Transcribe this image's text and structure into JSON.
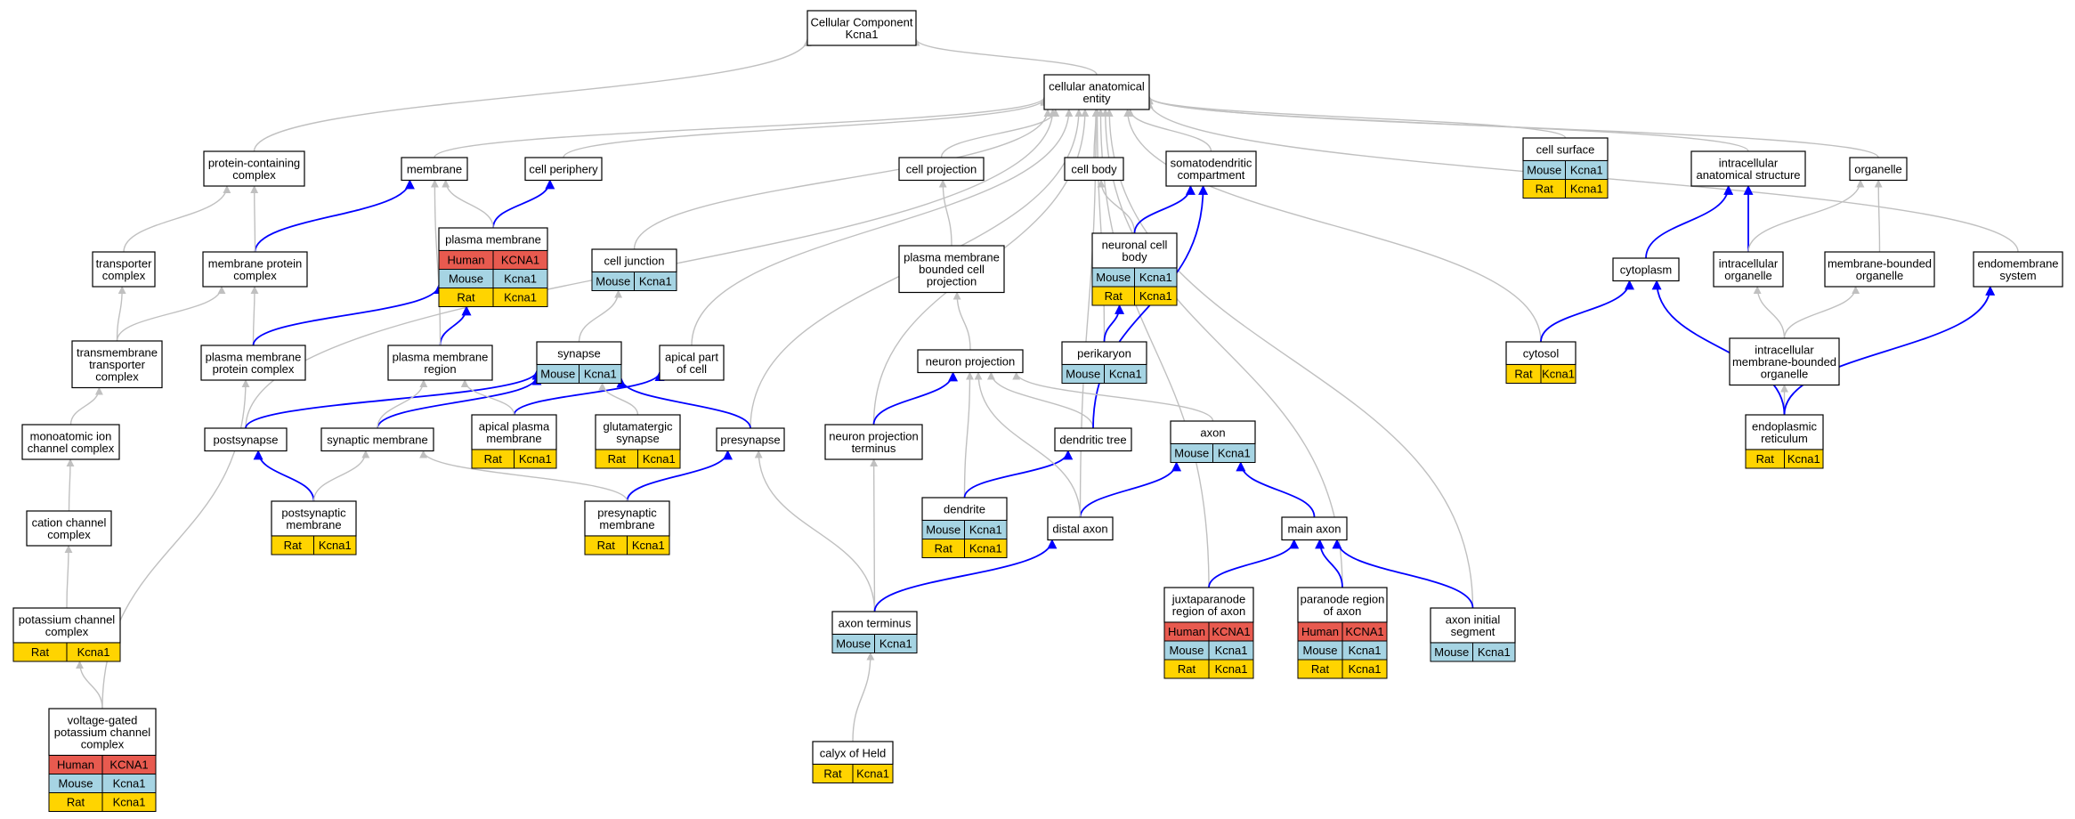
{
  "colors": {
    "Human": "#e85a4f",
    "Mouse": "#a6d4e3",
    "Rat": "#ffd400",
    "edge_is_a": "#c0c0c0",
    "edge_part_of": "#0000ff"
  },
  "nodes": {
    "cc_root": {
      "lines": [
        "Cellular Component",
        "Kcna1"
      ],
      "ann": []
    },
    "cae": {
      "lines": [
        "cellular anatomical",
        "entity"
      ],
      "ann": []
    },
    "pcc": {
      "lines": [
        "protein-containing",
        "complex"
      ],
      "ann": []
    },
    "membrane": {
      "lines": [
        "membrane"
      ],
      "ann": []
    },
    "cellper": {
      "lines": [
        "cell periphery"
      ],
      "ann": []
    },
    "cellproj": {
      "lines": [
        "cell projection"
      ],
      "ann": []
    },
    "cellbody": {
      "lines": [
        "cell body"
      ],
      "ann": []
    },
    "somato": {
      "lines": [
        "somatodendritic",
        "compartment"
      ],
      "ann": []
    },
    "cellsurf": {
      "lines": [
        "cell surface"
      ],
      "ann": [
        [
          "Mouse",
          "Kcna1"
        ],
        [
          "Rat",
          "Kcna1"
        ]
      ]
    },
    "intraanat": {
      "lines": [
        "intracellular",
        "anatomical structure"
      ],
      "ann": []
    },
    "organelle": {
      "lines": [
        "organelle"
      ],
      "ann": []
    },
    "pm": {
      "lines": [
        "plasma membrane"
      ],
      "ann": [
        [
          "Human",
          "KCNA1"
        ],
        [
          "Mouse",
          "Kcna1"
        ],
        [
          "Rat",
          "Kcna1"
        ]
      ]
    },
    "transporter": {
      "lines": [
        "transporter",
        "complex"
      ],
      "ann": []
    },
    "mpc": {
      "lines": [
        "membrane protein",
        "complex"
      ],
      "ann": []
    },
    "celljunction": {
      "lines": [
        "cell junction"
      ],
      "ann": [
        [
          "Mouse",
          "Kcna1"
        ]
      ]
    },
    "pmbcp": {
      "lines": [
        "plasma membrane",
        "bounded cell",
        "projection"
      ],
      "ann": []
    },
    "ncb": {
      "lines": [
        "neuronal cell",
        "body"
      ],
      "ann": [
        [
          "Mouse",
          "Kcna1"
        ],
        [
          "Rat",
          "Kcna1"
        ]
      ]
    },
    "cytoplasm": {
      "lines": [
        "cytoplasm"
      ],
      "ann": []
    },
    "intraorg": {
      "lines": [
        "intracellular",
        "organelle"
      ],
      "ann": []
    },
    "mbo": {
      "lines": [
        "membrane-bounded",
        "organelle"
      ],
      "ann": []
    },
    "endomem": {
      "lines": [
        "endomembrane",
        "system"
      ],
      "ann": []
    },
    "tmtc": {
      "lines": [
        "transmembrane",
        "transporter",
        "complex"
      ],
      "ann": []
    },
    "pmpc": {
      "lines": [
        "plasma membrane",
        "protein complex"
      ],
      "ann": []
    },
    "pmr": {
      "lines": [
        "plasma membrane",
        "region"
      ],
      "ann": []
    },
    "synapse": {
      "lines": [
        "synapse"
      ],
      "ann": [
        [
          "Mouse",
          "Kcna1"
        ]
      ]
    },
    "apicalpart": {
      "lines": [
        "apical part",
        "of cell"
      ],
      "ann": []
    },
    "neuronproj": {
      "lines": [
        "neuron projection"
      ],
      "ann": []
    },
    "perikaryon": {
      "lines": [
        "perikaryon"
      ],
      "ann": [
        [
          "Mouse",
          "Kcna1"
        ]
      ]
    },
    "cytosol": {
      "lines": [
        "cytosol"
      ],
      "ann": [
        [
          "Rat",
          "Kcna1"
        ]
      ]
    },
    "imbo": {
      "lines": [
        "intracellular",
        "membrane-bounded",
        "organelle"
      ],
      "ann": []
    },
    "mic": {
      "lines": [
        "monoatomic ion",
        "channel complex"
      ],
      "ann": []
    },
    "postsyn": {
      "lines": [
        "postsynapse"
      ],
      "ann": []
    },
    "synmem": {
      "lines": [
        "synaptic membrane"
      ],
      "ann": []
    },
    "apm": {
      "lines": [
        "apical plasma",
        "membrane"
      ],
      "ann": [
        [
          "Rat",
          "Kcna1"
        ]
      ]
    },
    "glut": {
      "lines": [
        "glutamatergic",
        "synapse"
      ],
      "ann": [
        [
          "Rat",
          "Kcna1"
        ]
      ]
    },
    "presyn": {
      "lines": [
        "presynapse"
      ],
      "ann": []
    },
    "npt": {
      "lines": [
        "neuron projection",
        "terminus"
      ],
      "ann": []
    },
    "dendtree": {
      "lines": [
        "dendritic tree"
      ],
      "ann": []
    },
    "axon": {
      "lines": [
        "axon"
      ],
      "ann": [
        [
          "Mouse",
          "Kcna1"
        ]
      ]
    },
    "er": {
      "lines": [
        "endoplasmic",
        "reticulum"
      ],
      "ann": [
        [
          "Rat",
          "Kcna1"
        ]
      ]
    },
    "ccc": {
      "lines": [
        "cation channel",
        "complex"
      ],
      "ann": []
    },
    "postsynmem": {
      "lines": [
        "postsynaptic",
        "membrane"
      ],
      "ann": [
        [
          "Rat",
          "Kcna1"
        ]
      ]
    },
    "presynmem": {
      "lines": [
        "presynaptic",
        "membrane"
      ],
      "ann": [
        [
          "Rat",
          "Kcna1"
        ]
      ]
    },
    "dendrite": {
      "lines": [
        "dendrite"
      ],
      "ann": [
        [
          "Mouse",
          "Kcna1"
        ],
        [
          "Rat",
          "Kcna1"
        ]
      ]
    },
    "distaxon": {
      "lines": [
        "distal axon"
      ],
      "ann": []
    },
    "mainaxon": {
      "lines": [
        "main axon"
      ],
      "ann": []
    },
    "juxta": {
      "lines": [
        "juxtaparanode",
        "region of axon"
      ],
      "ann": [
        [
          "Human",
          "KCNA1"
        ],
        [
          "Mouse",
          "Kcna1"
        ],
        [
          "Rat",
          "Kcna1"
        ]
      ]
    },
    "paranode": {
      "lines": [
        "paranode region",
        "of axon"
      ],
      "ann": [
        [
          "Human",
          "KCNA1"
        ],
        [
          "Mouse",
          "Kcna1"
        ],
        [
          "Rat",
          "Kcna1"
        ]
      ]
    },
    "ais": {
      "lines": [
        "axon initial",
        "segment"
      ],
      "ann": [
        [
          "Mouse",
          "Kcna1"
        ]
      ]
    },
    "pcc2": {
      "lines": [
        "potassium channel",
        "complex"
      ],
      "ann": [
        [
          "Rat",
          "Kcna1"
        ]
      ]
    },
    "axonterm": {
      "lines": [
        "axon terminus"
      ],
      "ann": [
        [
          "Mouse",
          "Kcna1"
        ]
      ]
    },
    "vgpcc": {
      "lines": [
        "voltage-gated",
        "potassium channel",
        "complex"
      ],
      "ann": [
        [
          "Human",
          "KCNA1"
        ],
        [
          "Mouse",
          "Kcna1"
        ],
        [
          "Rat",
          "Kcna1"
        ]
      ]
    },
    "calyx": {
      "lines": [
        "calyx of Held"
      ],
      "ann": [
        [
          "Rat",
          "Kcna1"
        ]
      ]
    }
  },
  "edges": [
    [
      "cae",
      "cc_root",
      "is_a"
    ],
    [
      "pcc",
      "cc_root",
      "is_a"
    ],
    [
      "membrane",
      "cae",
      "is_a"
    ],
    [
      "cellper",
      "cae",
      "is_a"
    ],
    [
      "cellproj",
      "cae",
      "is_a"
    ],
    [
      "cellbody",
      "cae",
      "is_a"
    ],
    [
      "somato",
      "cae",
      "is_a"
    ],
    [
      "cellsurf",
      "cae",
      "is_a"
    ],
    [
      "intraanat",
      "cae",
      "is_a"
    ],
    [
      "organelle",
      "cae",
      "is_a"
    ],
    [
      "celljunction",
      "cae",
      "is_a"
    ],
    [
      "apicalpart",
      "cae",
      "is_a"
    ],
    [
      "presyn",
      "cae",
      "is_a"
    ],
    [
      "npt",
      "cae",
      "is_a"
    ],
    [
      "distaxon",
      "cae",
      "is_a"
    ],
    [
      "perikaryon",
      "cae",
      "is_a"
    ],
    [
      "juxta",
      "cae",
      "is_a"
    ],
    [
      "paranode",
      "cae",
      "is_a"
    ],
    [
      "ais",
      "cae",
      "is_a"
    ],
    [
      "cytosol",
      "cae",
      "is_a"
    ],
    [
      "endomem",
      "cae",
      "is_a"
    ],
    [
      "postsyn",
      "cae",
      "is_a"
    ],
    [
      "pm",
      "cellper",
      "part_of"
    ],
    [
      "pm",
      "membrane",
      "is_a"
    ],
    [
      "mpc",
      "membrane",
      "part_of"
    ],
    [
      "transporter",
      "pcc",
      "is_a"
    ],
    [
      "mpc",
      "pcc",
      "is_a"
    ],
    [
      "tmtc",
      "transporter",
      "is_a"
    ],
    [
      "tmtc",
      "mpc",
      "is_a"
    ],
    [
      "pmpc",
      "mpc",
      "is_a"
    ],
    [
      "pmpc",
      "pm",
      "part_of"
    ],
    [
      "pmr",
      "pm",
      "part_of"
    ],
    [
      "pmr",
      "membrane",
      "is_a"
    ],
    [
      "synapse",
      "celljunction",
      "is_a"
    ],
    [
      "pmbcp",
      "cellproj",
      "is_a"
    ],
    [
      "ncb",
      "cellbody",
      "is_a"
    ],
    [
      "ncb",
      "somato",
      "part_of"
    ],
    [
      "perikaryon",
      "ncb",
      "part_of"
    ],
    [
      "cytoplasm",
      "intraanat",
      "part_of"
    ],
    [
      "intraorg",
      "intraanat",
      "part_of"
    ],
    [
      "intraorg",
      "organelle",
      "is_a"
    ],
    [
      "mbo",
      "organelle",
      "is_a"
    ],
    [
      "neuronproj",
      "pmbcp",
      "is_a"
    ],
    [
      "cytosol",
      "cytoplasm",
      "part_of"
    ],
    [
      "imbo",
      "intraorg",
      "is_a"
    ],
    [
      "imbo",
      "mbo",
      "is_a"
    ],
    [
      "mic",
      "tmtc",
      "is_a"
    ],
    [
      "postsyn",
      "synapse",
      "part_of"
    ],
    [
      "synmem",
      "synapse",
      "part_of"
    ],
    [
      "synmem",
      "pmr",
      "is_a"
    ],
    [
      "apm",
      "apicalpart",
      "part_of"
    ],
    [
      "apm",
      "pmr",
      "is_a"
    ],
    [
      "glut",
      "synapse",
      "is_a"
    ],
    [
      "presyn",
      "synapse",
      "part_of"
    ],
    [
      "npt",
      "neuronproj",
      "part_of"
    ],
    [
      "dendtree",
      "neuronproj",
      "is_a"
    ],
    [
      "dendtree",
      "somato",
      "part_of"
    ],
    [
      "axon",
      "neuronproj",
      "is_a"
    ],
    [
      "er",
      "imbo",
      "is_a"
    ],
    [
      "er",
      "cytoplasm",
      "part_of"
    ],
    [
      "er",
      "endomem",
      "part_of"
    ],
    [
      "ccc",
      "mic",
      "is_a"
    ],
    [
      "postsynmem",
      "postsyn",
      "part_of"
    ],
    [
      "postsynmem",
      "synmem",
      "is_a"
    ],
    [
      "presynmem",
      "presyn",
      "part_of"
    ],
    [
      "presynmem",
      "synmem",
      "is_a"
    ],
    [
      "dendrite",
      "neuronproj",
      "is_a"
    ],
    [
      "dendrite",
      "dendtree",
      "part_of"
    ],
    [
      "distaxon",
      "axon",
      "part_of"
    ],
    [
      "distaxon",
      "neuronproj",
      "is_a"
    ],
    [
      "mainaxon",
      "axon",
      "part_of"
    ],
    [
      "juxta",
      "mainaxon",
      "part_of"
    ],
    [
      "paranode",
      "mainaxon",
      "part_of"
    ],
    [
      "ais",
      "mainaxon",
      "part_of"
    ],
    [
      "pcc2",
      "ccc",
      "is_a"
    ],
    [
      "axonterm",
      "npt",
      "is_a"
    ],
    [
      "axonterm",
      "presyn",
      "is_a"
    ],
    [
      "axonterm",
      "distaxon",
      "part_of"
    ],
    [
      "vgpcc",
      "pcc2",
      "is_a"
    ],
    [
      "vgpcc",
      "pmpc",
      "is_a"
    ],
    [
      "calyx",
      "axonterm",
      "is_a"
    ]
  ]
}
